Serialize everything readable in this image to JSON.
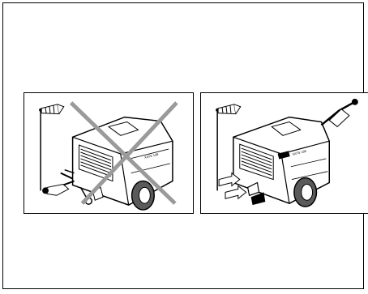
{
  "figures": {
    "left": {
      "model_plate": "XATS 138",
      "icon": "compressor-wrong-icon",
      "sign": "prohibited-cross"
    },
    "right": {
      "model_plate": "XATS 138",
      "icon": "compressor-correct-icon"
    }
  },
  "colors": {
    "ink": "#000000",
    "cross": "#9a9a9a",
    "paper": "#ffffff",
    "wheel": "#5a5a5a"
  }
}
